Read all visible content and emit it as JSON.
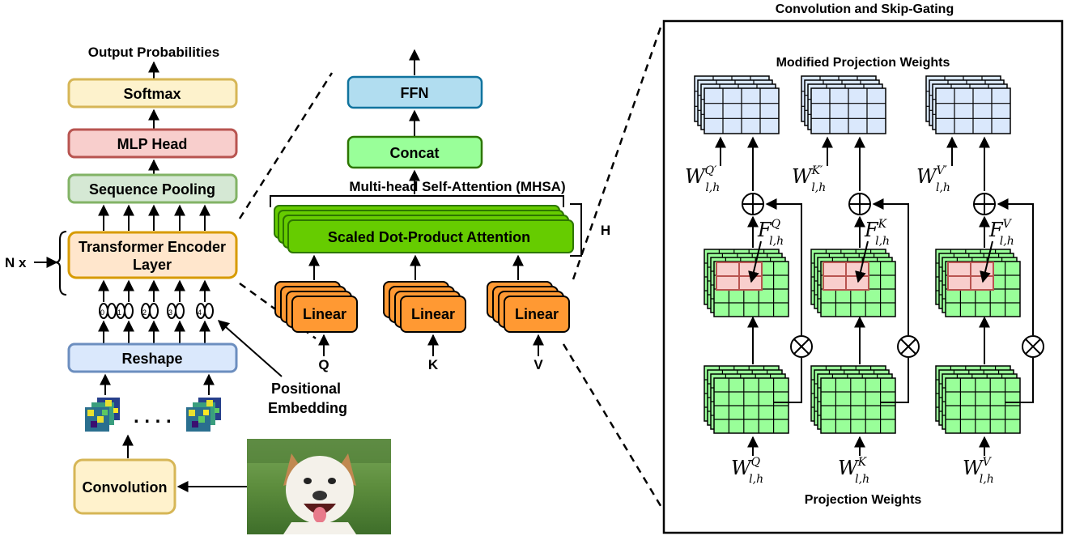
{
  "left": {
    "output_label": "Output Probabilities",
    "softmax": "Softmax",
    "mlp_head": "MLP Head",
    "sequence_pooling": "Sequence Pooling",
    "encoder_line1": "Transformer Encoder",
    "encoder_line2": "Layer",
    "n_repeat": "N x",
    "tokens": [
      "0",
      "1",
      "2",
      "3",
      "4"
    ],
    "reshape": "Reshape",
    "ellipsis": ". . . .",
    "positional_line1": "Positional",
    "positional_line2": "Embedding",
    "convolution": "Convolution"
  },
  "middle": {
    "ffn": "FFN",
    "concat": "Concat",
    "mhsa_label": "Multi-head  Self-Attention (MHSA)",
    "attention": "Scaled Dot-Product Attention",
    "heads": "H",
    "linear": "Linear",
    "inputs": [
      "Q",
      "K",
      "V"
    ]
  },
  "right": {
    "title": "Convolution and Skip-Gating",
    "top_label": "Modified Projection Weights",
    "bottom_label": "Projection Weights",
    "columns": [
      {
        "w_prime_sup": "Q′",
        "f_sup": "Q",
        "w_sup": "Q"
      },
      {
        "w_prime_sup": "K′",
        "f_sup": "K",
        "w_sup": "K"
      },
      {
        "w_prime_sup": "V′",
        "f_sup": "V",
        "w_sup": "V"
      }
    ],
    "symbol_base": "W",
    "filter_base": "F",
    "subscript": "l,h",
    "plus_symbol": "⊕",
    "times_symbol": "⊗"
  },
  "colors": {
    "softmax_fill": "#fdf2cc",
    "softmax_border": "#d6b656",
    "mlp_fill": "#f8cecc",
    "mlp_border": "#b85450",
    "pool_fill": "#d5e8d4",
    "pool_border": "#82b366",
    "encoder_fill": "#ffe6cc",
    "encoder_border": "#d79b00",
    "reshape_fill": "#dae8fc",
    "reshape_border": "#6c8ebf",
    "conv_fill": "#fff2cc",
    "conv_border": "#d6b656",
    "ffn_fill": "#b1ddf0",
    "ffn_border": "#10739e",
    "concat_fill": "#99ff99",
    "concat_border": "#2d7600",
    "attention_fill": "#66cc00",
    "attention_border": "#2d7600",
    "linear_fill": "#ff9933",
    "linear_border": "#000000",
    "grid_blue": "#dae8fc",
    "grid_green": "#99ff99",
    "filter_red": "#f8cecc"
  }
}
